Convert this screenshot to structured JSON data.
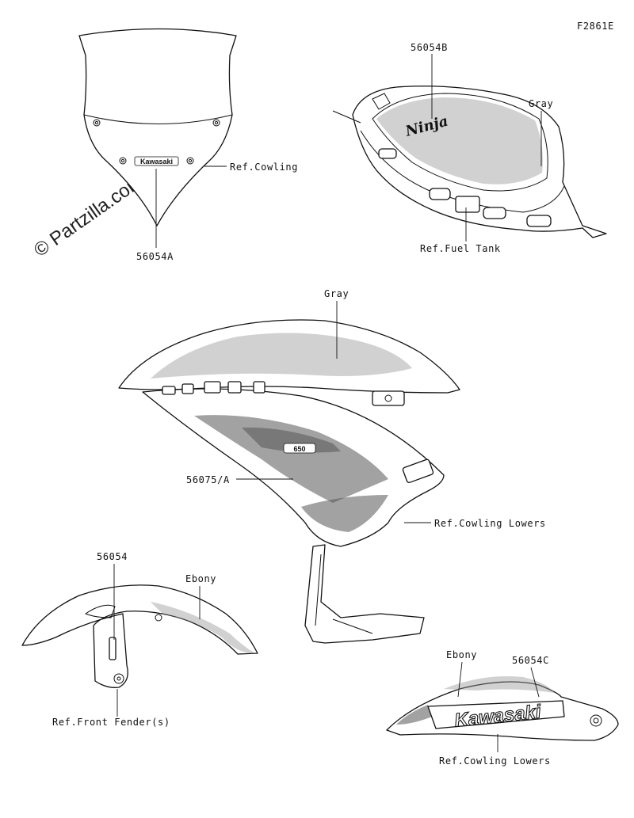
{
  "diagram_code": "F2861E",
  "watermark": "© Partzilla.com",
  "parts": {
    "windshield": {
      "part_no": "56054A",
      "decal_text": "Kawasaki",
      "ref": "Ref.Cowling"
    },
    "fuel_tank": {
      "part_no": "56054B",
      "decal_text": "Ninja",
      "color": "Gray",
      "ref": "Ref.Fuel Tank"
    },
    "side_cowling": {
      "part_no": "56075/A",
      "decal_text": "650",
      "color": "Gray",
      "ref": "Ref.Cowling Lowers"
    },
    "front_fender": {
      "part_no": "56054",
      "color": "Ebony",
      "ref": "Ref.Front Fender(s)"
    },
    "cowling_lower": {
      "part_no": "56054C",
      "decal_text": "Kawasaki",
      "color": "Ebony",
      "ref": "Ref.Cowling Lowers"
    }
  }
}
